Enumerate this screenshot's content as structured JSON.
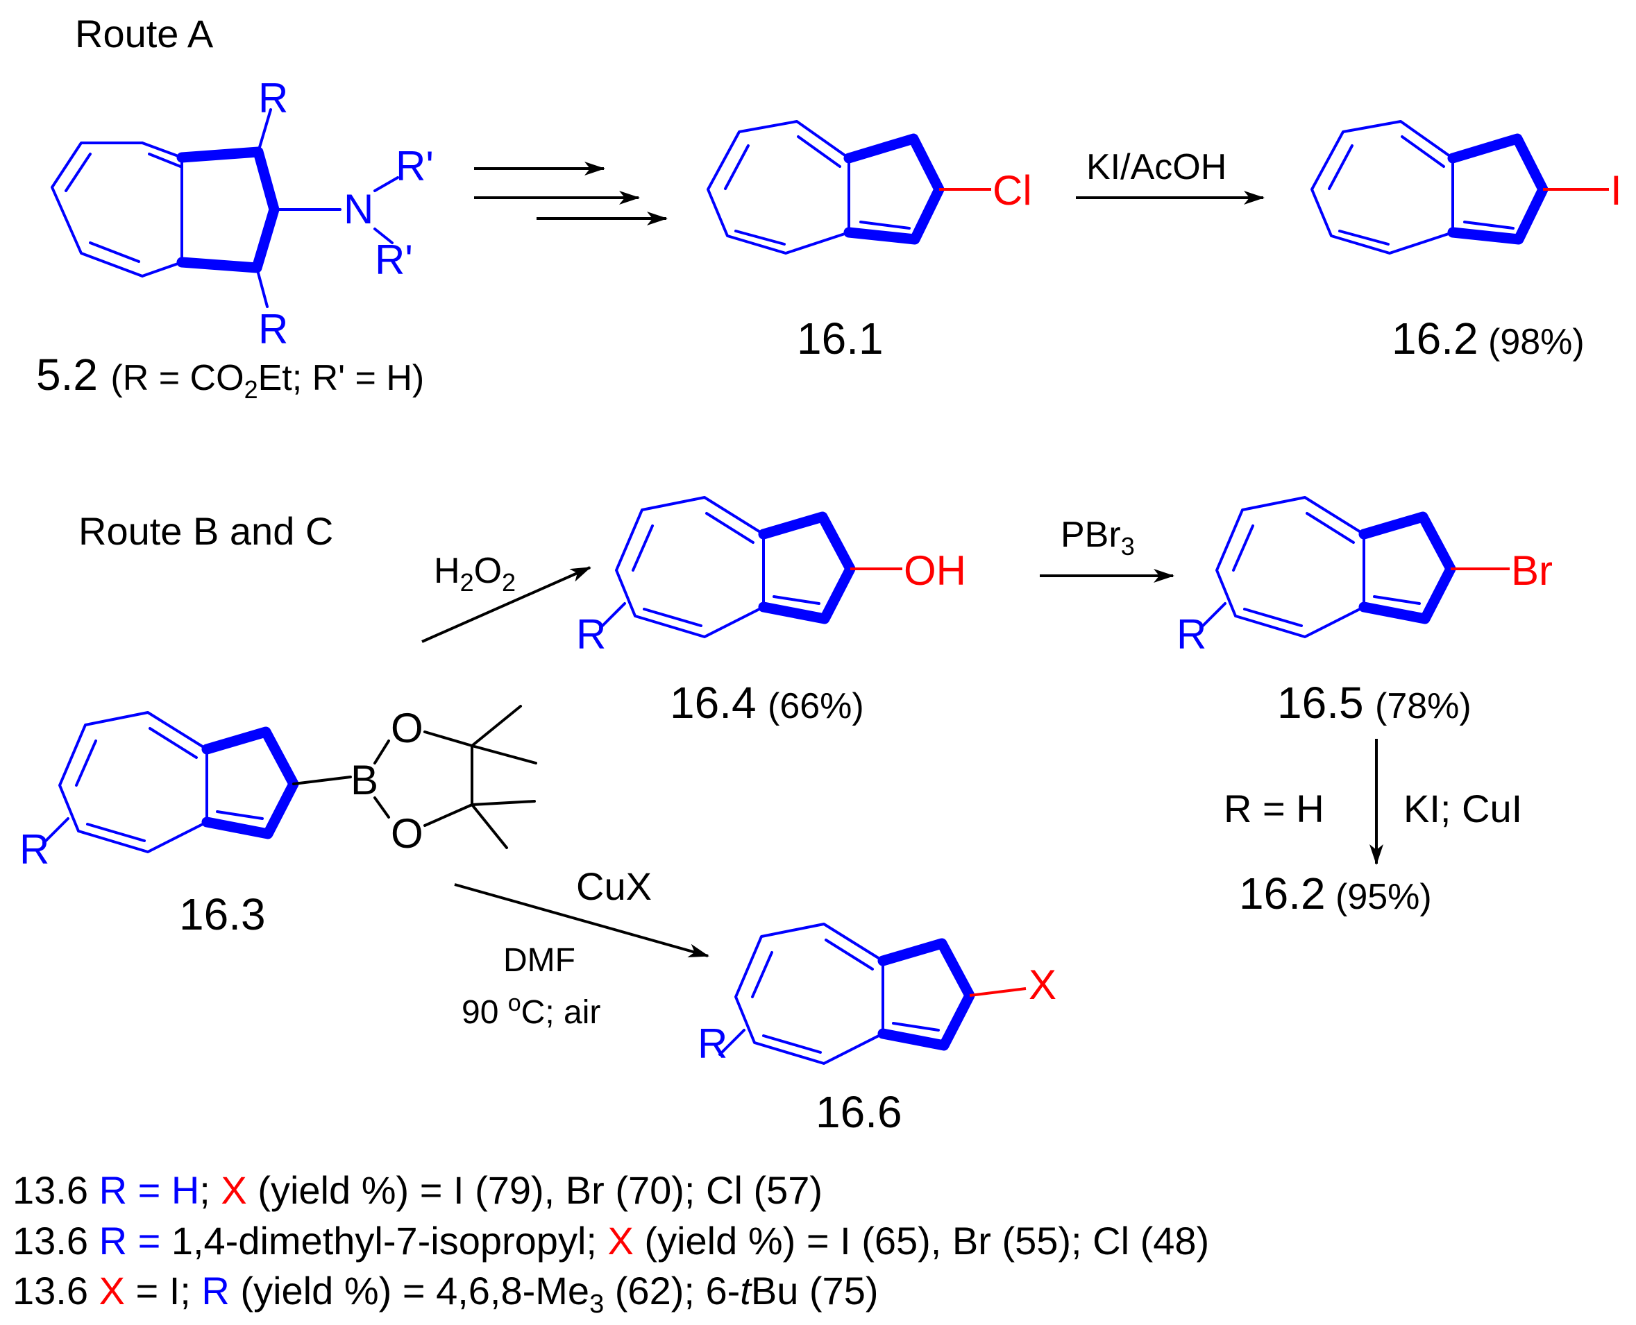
{
  "route_a": {
    "title": "Route A",
    "start": {
      "id": "5.2",
      "conditions_pre": "(R = CO",
      "conditions_sub": "2",
      "conditions_post": "Et; R' = H)",
      "atoms": {
        "r_top": "R",
        "r_bottom": "R",
        "n": "N",
        "r1": "R'",
        "r2": "R'"
      }
    },
    "product1": {
      "id": "16.1",
      "substituent": "Cl"
    },
    "reagent": "KI/AcOH",
    "product2": {
      "id": "16.2",
      "yield": "(98%)",
      "substituent": "I"
    }
  },
  "route_bc": {
    "title": "Route B and C",
    "reagent_h2o2": {
      "pre": "H",
      "sub1": "2",
      "mid": "O",
      "sub2": "2"
    },
    "start": {
      "id": "16.3",
      "atoms": {
        "r": "R",
        "b": "B",
        "o1": "O",
        "o2": "O"
      }
    },
    "oh_product": {
      "id": "16.4",
      "yield": "(66%)",
      "substituent": "OH",
      "r": "R"
    },
    "reagent_pbr3": {
      "pre": "PBr",
      "sub": "3"
    },
    "br_product": {
      "id": "16.5",
      "yield": "(78%)",
      "substituent": "Br",
      "r": "R"
    },
    "step_condition": "R = H",
    "step_reagent": "KI; CuI",
    "iodo_product": {
      "id": "16.2",
      "yield": "(95%)"
    },
    "cux_reagent": "CuX",
    "cux_solvent": "DMF",
    "cux_temp_pre": "90 ",
    "cux_temp_sup": "o",
    "cux_temp_post": "C; air",
    "x_product": {
      "id": "16.6",
      "substituent": "X",
      "r": "R"
    }
  },
  "notes": [
    {
      "ref": "13.6",
      "blue1": "R = H",
      "sep1": "; ",
      "red1": "X",
      "rest": " (yield %) = I (79), Br (70); Cl (57)"
    },
    {
      "ref": "13.6",
      "blue1": "R =",
      "sep1": " 1,4-dimethyl-7-isopropyl; ",
      "red1": "X",
      "rest": " (yield %) = I (65), Br (55); Cl (48)"
    },
    {
      "ref": "13.6",
      "red_first": "X",
      "mid": " = I; ",
      "blue2": "R",
      "rest_pre": " (yield %) = 4,6,8-Me",
      "rest_sub": "3",
      "rest_post": " (62); 6-",
      "rest_ital": "t",
      "rest_end": "Bu (75)"
    }
  ],
  "colors": {
    "structure": "#0000ff",
    "heteroatom": "#ff0000",
    "text": "#000000"
  }
}
